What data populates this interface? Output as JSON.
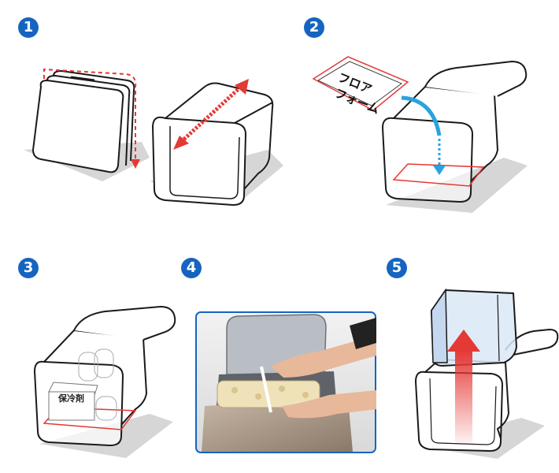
{
  "steps": [
    {
      "number": "1"
    },
    {
      "number": "2",
      "floor_label_line1": "フロア",
      "floor_label_line2": "フォーム"
    },
    {
      "number": "3",
      "cooler_label": "保冷剤"
    },
    {
      "number": "4"
    },
    {
      "number": "5"
    }
  ],
  "colors": {
    "badge": "#1565c0",
    "accent_red": "#e53935",
    "arrow_blue": "#29a3e0",
    "outline": "#1a1a1a",
    "shadow": "#9e9e9e"
  },
  "icons": {
    "fold_arrow": "dashed-red-arrow-icon",
    "move_arrow": "double-headed-red-arrow-icon",
    "insert_arrow": "curved-blue-arrow-icon",
    "lift_arrow": "red-up-arrow-icon"
  }
}
